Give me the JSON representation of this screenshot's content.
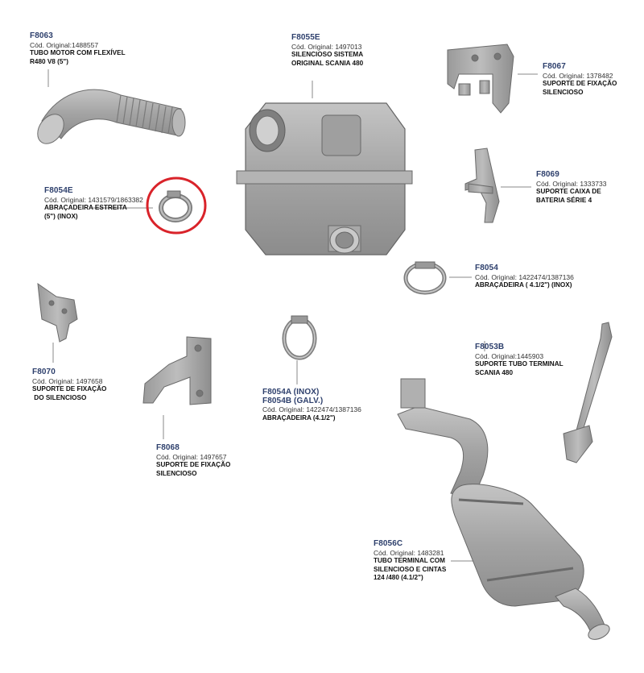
{
  "colors": {
    "accent": "#2d3f6c",
    "highlight": "#d9232a",
    "part_fill": "#a6a6a6",
    "part_stroke": "#6e6e6e"
  },
  "parts": {
    "f8063": {
      "code": "F8063",
      "orig": "Cód. Original:1488557",
      "desc1": "TUBO MOTOR COM  FLEXÍVEL",
      "desc2": "R480 V8 (5\")"
    },
    "f8055e": {
      "code": "F8055E",
      "orig": "Cód. Original: 1497013",
      "desc1": "SILENCIOSO SISTEMA",
      "desc2": "ORIGINAL SCANIA 480"
    },
    "f8067": {
      "code": "F8067",
      "orig": "Cód. Original: 1378482",
      "desc1": "SUPORTE DE FIXAÇÃO",
      "desc2": "SILENCIOSO"
    },
    "f8054e": {
      "code": "F8054E",
      "orig": "Cód. Original: 1431579/1863382",
      "desc1": "ABRAÇADEIRA ESTREITA",
      "desc2": "(5\") (INOX)"
    },
    "f8069": {
      "code": "F8069",
      "orig": "Cód. Original: 1333733",
      "desc1": "SUPORTE CAIXA DE",
      "desc2": "BATERIA SÉRIE 4"
    },
    "f8054": {
      "code": "F8054",
      "orig": "Cód. Original: 1422474/1387136",
      "desc1": "ABRAÇADEIRA ( 4.1/2\") (INOX)"
    },
    "f8070": {
      "code": "F8070",
      "orig": "Cód. Original: 1497658",
      "desc1": "SUPORTE DE FIXAÇÃO",
      "desc2": " DO SILENCIOSO"
    },
    "f8053b": {
      "code": "F8053B",
      "orig": "Cód. Original:1445903",
      "desc1": "SUPORTE TUBO TERMINAL",
      "desc2": "SCANIA 480"
    },
    "f8054a": {
      "code": "F8054A (INOX)",
      "code2": "F8054B (GALV.)",
      "orig": "Cód. Original: 1422474/1387136",
      "desc1": "ABRAÇADEIRA (4.1/2\")"
    },
    "f8068": {
      "code": "F8068",
      "orig": "Cód. Original: 1497657",
      "desc1": "SUPORTE DE FIXAÇÃO",
      "desc2": "SILENCIOSO"
    },
    "f8056c": {
      "code": "F8056C",
      "orig": "Cód. Original: 1483281",
      "desc1": "TUBO TERMINAL COM",
      "desc2": "SILENCIOSO E CINTAS",
      "desc3": "124 /480 (4.1/2\")"
    }
  }
}
